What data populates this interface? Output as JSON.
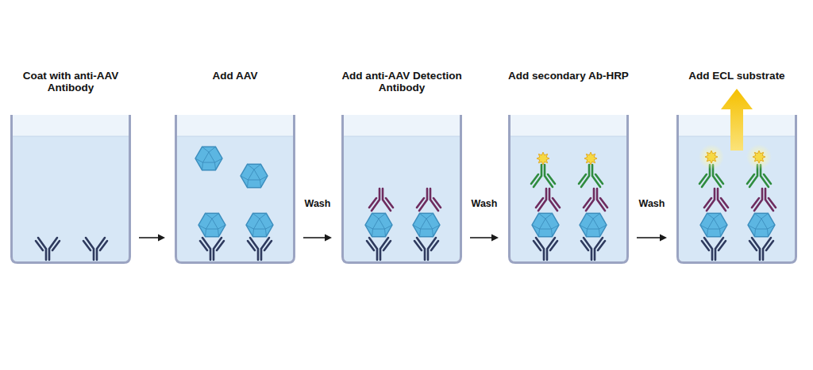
{
  "diagram": {
    "nodes": [
      {
        "text": [
          "Coat with anti-AAV Antibody"
        ]
      },
      {
        "text": [
          "Add AAV"
        ]
      },
      {
        "text": [
          "Add anti-AAV Detection Antibody"
        ]
      },
      {
        "text": [
          "Add secondary Ab-HRP"
        ]
      },
      {
        "text": [
          "Add ECL substrate"
        ]
      }
    ],
    "edges": [
      {
        "from": 0,
        "to": 1,
        "arrow": "to"
      },
      {
        "from": 1,
        "to": 2,
        "arrow": "to",
        "label": "Wash"
      },
      {
        "from": 2,
        "to": 3,
        "arrow": "to",
        "label": "Wash"
      },
      {
        "from": 3,
        "to": 4,
        "arrow": "to",
        "label": "Wash"
      }
    ]
  }
}
